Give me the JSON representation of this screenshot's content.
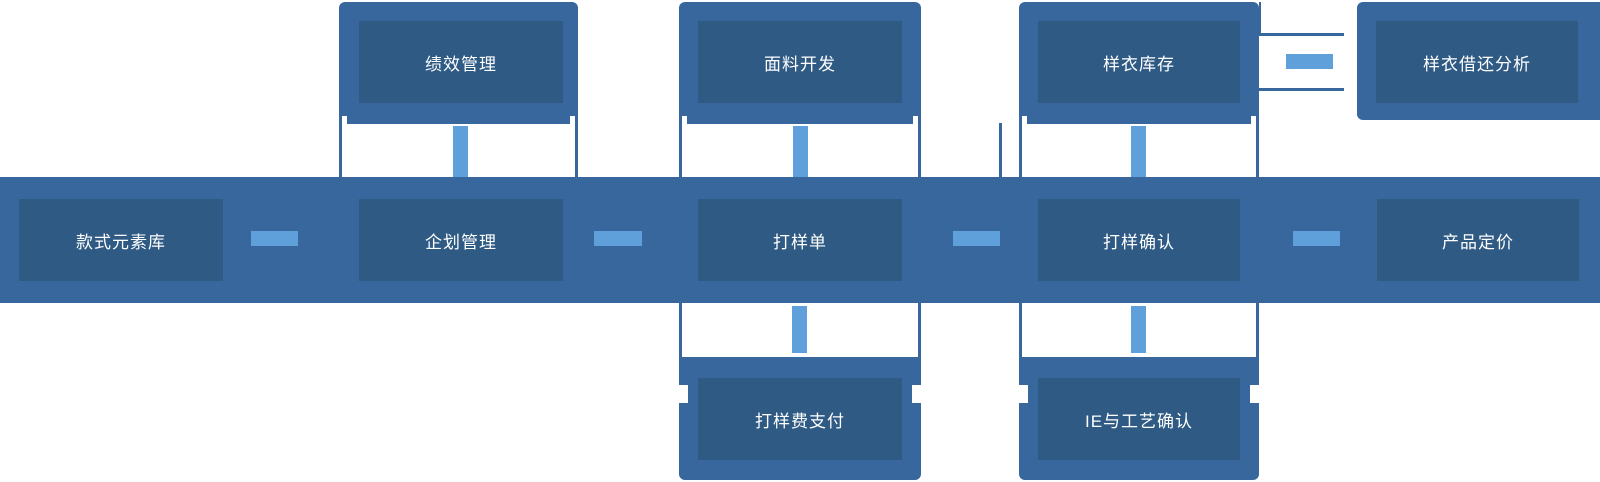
{
  "diagram": {
    "description": "Apparel sampling process flow diagram",
    "colors": {
      "primary_band": "#38679E",
      "node_dark": "#2E5A84",
      "connector_light": "#5FA0DA",
      "text": "#FFFFFF",
      "background": "#FFFFFF"
    },
    "nodes": {
      "top": [
        {
          "label": "绩效管理"
        },
        {
          "label": "面料开发"
        },
        {
          "label": "样衣库存"
        },
        {
          "label": "样衣借还分析"
        }
      ],
      "middle": [
        {
          "label": "款式元素库"
        },
        {
          "label": "企划管理"
        },
        {
          "label": "打样单"
        },
        {
          "label": "打样确认"
        },
        {
          "label": "产品定价"
        }
      ],
      "bottom": [
        {
          "label": "打样费支付"
        },
        {
          "label": "IE与工艺确认"
        }
      ]
    }
  }
}
